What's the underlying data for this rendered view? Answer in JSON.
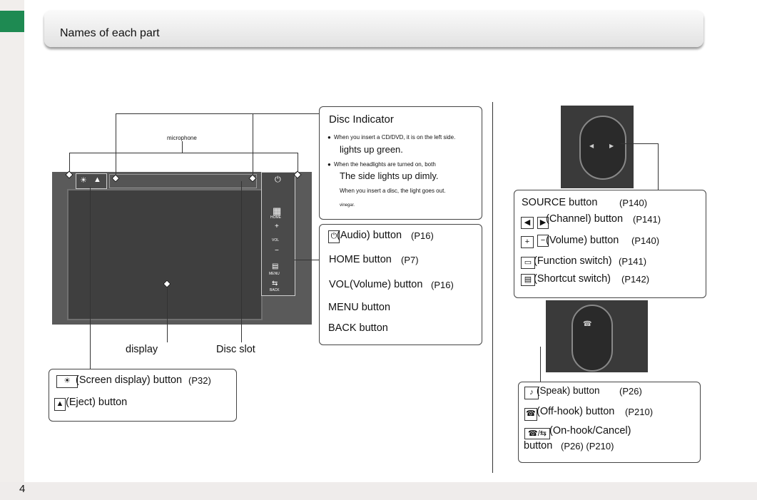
{
  "page": {
    "number": "4",
    "title": "Names of each part"
  },
  "unit": {
    "microphone_label": "microphone",
    "display_label": "display",
    "disc_slot_label": "Disc slot",
    "panel": {
      "home": "HOME",
      "vol": "VOL",
      "menu": "MENU",
      "back": "BACK"
    }
  },
  "disc_indicator": {
    "heading": "Disc Indicator",
    "note1": "When you insert a CD/DVD, it is on the left   side.",
    "note1_cont": "lights up green.",
    "note2": "When the headlights are turned on, both",
    "note2_cont": "The side lights up dimly.",
    "note3": "When you insert a disc, the light goes out.",
    "note4": "vinegar."
  },
  "right_panel_buttons": {
    "audio": "(Audio) button",
    "audio_ref": "(P16)",
    "home": "HOME button",
    "home_ref": "(P7)",
    "vol": "VOL(Volume) button",
    "vol_ref": "(P16)",
    "menu": "MENU button",
    "back": "BACK button"
  },
  "screen_eject": {
    "screen": "(Screen display) button",
    "screen_ref": "(P32)",
    "eject": "(Eject) button"
  },
  "steering_upper": {
    "source": "SOURCE button",
    "source_ref": "(P140)",
    "channel": "(Channel) button",
    "channel_ref": "(P141)",
    "volume": "(Volume) button",
    "volume_ref": "(P140)",
    "function": "(Function switch)",
    "function_ref": "(P141)",
    "shortcut": "(Shortcut switch)",
    "shortcut_ref": "(P142)"
  },
  "steering_lower": {
    "speak": "(Speak) button",
    "speak_ref": "(P26)",
    "offhook": "(Off-hook) button",
    "offhook_ref": "(P210)",
    "onhook": "(On-hook/Cancel)",
    "onhook_cont": "button",
    "onhook_ref": "(P26) (P210)"
  },
  "colors": {
    "accent_green": "#1e8a52",
    "title_bar": "#e8e8e8"
  }
}
